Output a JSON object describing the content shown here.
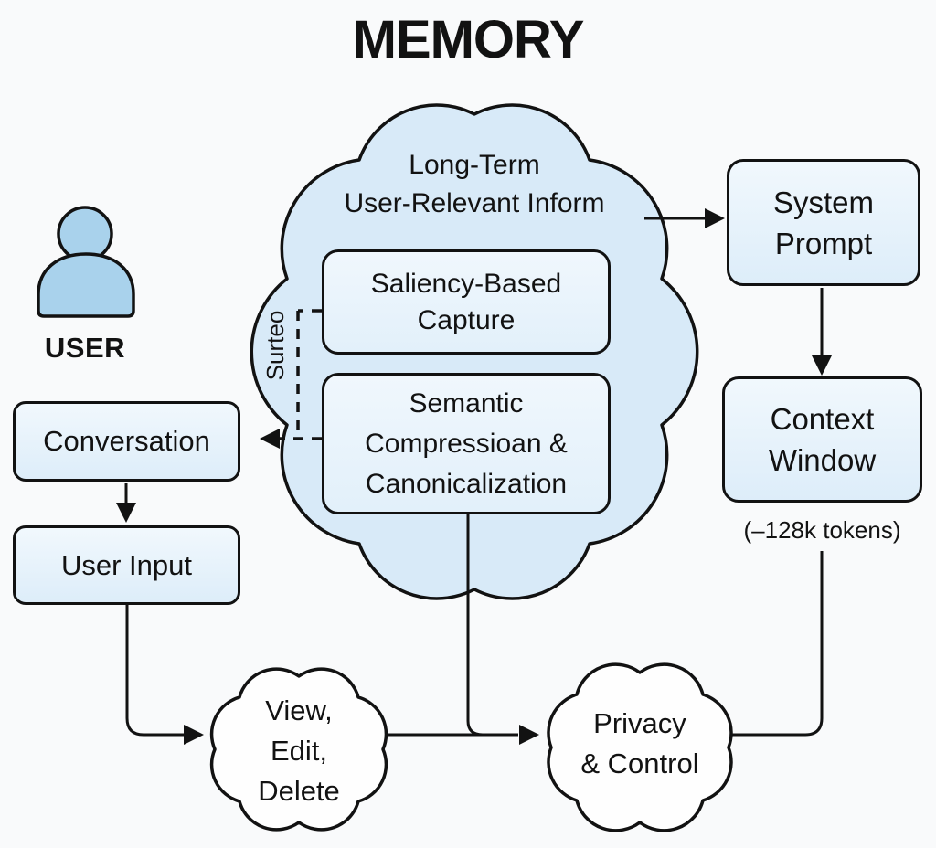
{
  "title": "MEMORY",
  "user": {
    "label": "USER"
  },
  "memory_cloud": {
    "title": "Long-Term\nUser-Relevant Inform",
    "side_label": "Surteo",
    "saliency_box": "Saliency-Based\nCapture",
    "semantic_box": "Semantic\nCompressioan &\nCanonicalization"
  },
  "right_column": {
    "system_prompt": "System\nPrompt",
    "context_window": "Context\nWindow",
    "context_note": "(–128k tokens)"
  },
  "left_column": {
    "conversation": "Conversation",
    "user_input": "User Input"
  },
  "bottom_clouds": {
    "view_edit_delete": "View,\nEdit,\nDelete",
    "privacy_control": "Privacy\n& Control"
  },
  "colors": {
    "background": "#F9FAFB",
    "memory_cloud_fill": "#D8EAF8",
    "node_box_fill": "#E9F3FC",
    "outline": "#121212",
    "user_icon_fill": "#A9D2EC",
    "bottom_cloud_fill": "#FEFEFE"
  }
}
